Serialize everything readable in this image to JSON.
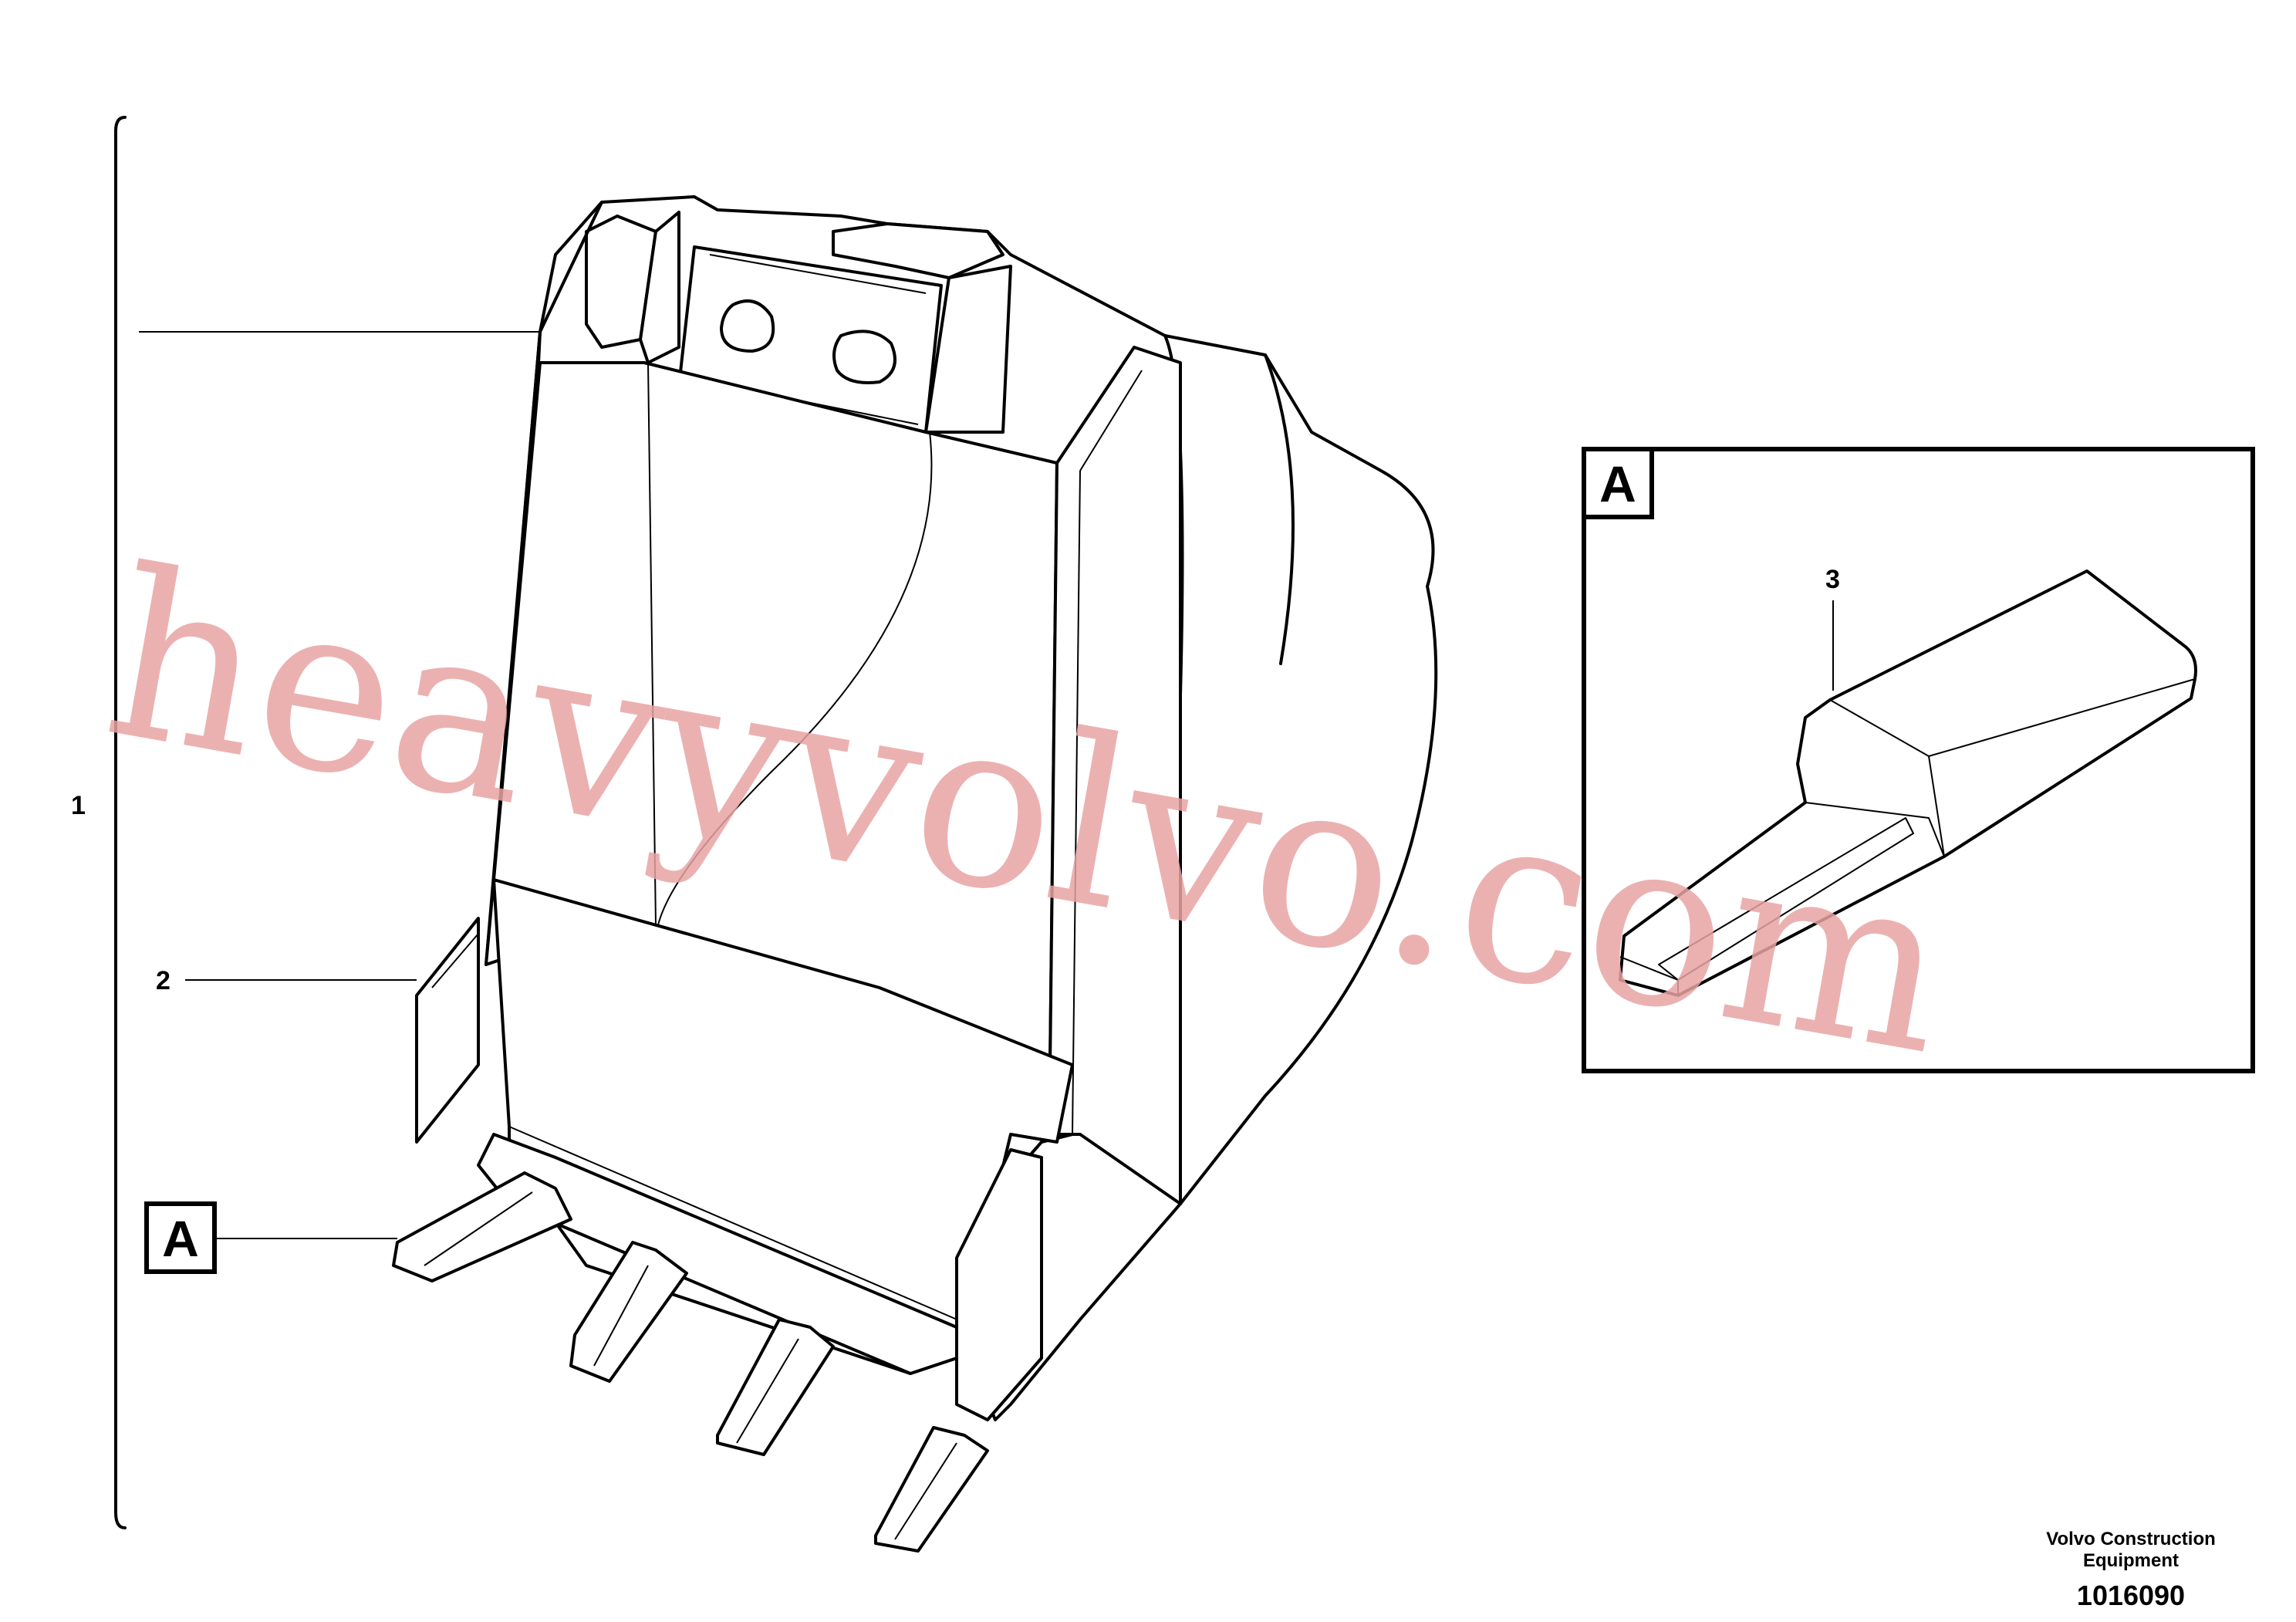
{
  "callouts": {
    "item_1": "1",
    "item_2": "2",
    "item_3": "3"
  },
  "detail_ref": {
    "label_main": "A",
    "label_detail": "A"
  },
  "footer": {
    "company_line1": "Volvo Construction",
    "company_line2": "Equipment",
    "drawing_number": "1016090"
  },
  "watermark": "heavyvolvo.com",
  "colors": {
    "line": "#000000",
    "watermark": "#e8a4a4",
    "background": "#ffffff"
  }
}
